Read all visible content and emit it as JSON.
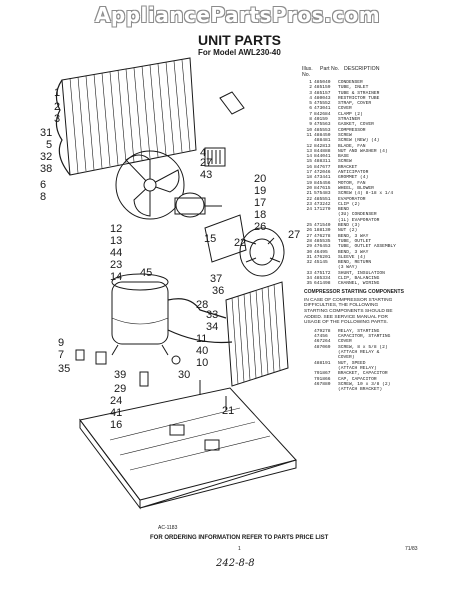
{
  "watermark": "AppliancePartsPros.com",
  "header": {
    "title": "UNIT PARTS",
    "subtitle": "For Model AWL230-40"
  },
  "parts_list": {
    "col_illus": "Illus. No.",
    "col_part": "Part No.",
    "col_desc": "DESCRIPTION",
    "rows": [
      {
        "k": "1",
        "p": "485040",
        "d": "CONDENSER"
      },
      {
        "k": "2",
        "p": "485159",
        "d": "TUBE, INLET"
      },
      {
        "k": "3",
        "p": "485157",
        "d": "TUBE & STRAINER"
      },
      {
        "k": "4",
        "p": "480043",
        "d": "RESTRICTOR TUBE"
      },
      {
        "k": "5",
        "p": "475552",
        "d": "STRAP, COVER"
      },
      {
        "k": "6",
        "p": "473041",
        "d": "COVER"
      },
      {
        "k": "7",
        "p": "842684",
        "d": "CLAMP (2)"
      },
      {
        "k": "8",
        "p": "40159",
        "d": "STRAINER"
      },
      {
        "k": "9",
        "p": "475563",
        "d": "GASKET, COVER"
      },
      {
        "k": "10",
        "p": "485553",
        "d": "COMPRESSOR"
      },
      {
        "k": "11",
        "p": "488450",
        "d": "SCREW"
      },
      {
        "k": "",
        "p": "488481",
        "d": "SCREW (NEW) (4)"
      },
      {
        "k": "12",
        "p": "842813",
        "d": "BLADE, FAN"
      },
      {
        "k": "13",
        "p": "844888",
        "d": "NUT AND WASHER (4)"
      },
      {
        "k": "14",
        "p": "844041",
        "d": "BASE"
      },
      {
        "k": "15",
        "p": "488311",
        "d": "SCREW"
      },
      {
        "k": "16",
        "p": "847677",
        "d": "BRACKET"
      },
      {
        "k": "17",
        "p": "472046",
        "d": "ANTICIPATOR"
      },
      {
        "k": "18",
        "p": "473441",
        "d": "GROMMET (4)"
      },
      {
        "k": "19",
        "p": "845456",
        "d": "MOTOR, FAN"
      },
      {
        "k": "20",
        "p": "847615",
        "d": "WHEEL, BLOWER"
      },
      {
        "k": "21",
        "p": "575483",
        "d": "SCREW (4) 8-18 x 1/4"
      },
      {
        "k": "22",
        "p": "485551",
        "d": "EVAPORATOR"
      },
      {
        "k": "23",
        "p": "473242",
        "d": "CLIP (2)"
      },
      {
        "k": "24",
        "p": "171270",
        "d": "BEND"
      },
      {
        "k": "",
        "p": "",
        "d": "(3U) CONDENSER"
      },
      {
        "k": "",
        "p": "",
        "d": "(1L) EVAPORATOR"
      },
      {
        "k": "25",
        "p": "471540",
        "d": "BEND (3)"
      },
      {
        "k": "26",
        "p": "188130",
        "d": "NUT (2)"
      },
      {
        "k": "27",
        "p": "476278",
        "d": "BEND, 3 WAY"
      },
      {
        "k": "28",
        "p": "485535",
        "d": "TUBE, OUTLET"
      },
      {
        "k": "29",
        "p": "476453",
        "d": "TUBE, OUTLET ASSEMBLY"
      },
      {
        "k": "30",
        "p": "46495",
        "d": "BEND, 3 WAY"
      },
      {
        "k": "31",
        "p": "476201",
        "d": "SLEEVE (4)"
      },
      {
        "k": "32",
        "p": "45145",
        "d": "BEND, RETURN"
      },
      {
        "k": "",
        "p": "",
        "d": "(3 WAY)"
      },
      {
        "k": "33",
        "p": "475172",
        "d": "SHUNT, INSULATION"
      },
      {
        "k": "34",
        "p": "485334",
        "d": "CLIP, BALANCING"
      },
      {
        "k": "35",
        "p": "641498",
        "d": "CHANNEL, WIRING"
      }
    ],
    "section_head": "COMPRESSOR STARTING COMPONENTS",
    "section_note": "IN CASE OF COMPRESSOR STARTING\nDIFFICULTIES, THE FOLLOWING\nSTARTING COMPONENTS SHOULD BE\nADDED. SEE SERVICE MANUAL FOR\nUSAGE OF THE FOLLOWING PARTS.",
    "starting_rows": [
      {
        "k": "",
        "p": "479278",
        "d": "RELAY, STARTING"
      },
      {
        "k": "",
        "p": "47456",
        "d": "CAPACITOR, STARTING"
      },
      {
        "k": "",
        "p": "467264",
        "d": "COVER"
      },
      {
        "k": "",
        "p": "487069",
        "d": "SCREW, 8 x 5/8 (2)"
      },
      {
        "k": "",
        "p": "",
        "d": "(ATTACH RELAY &"
      },
      {
        "k": "",
        "p": "",
        "d": "COVER)"
      },
      {
        "k": "",
        "p": "488191",
        "d": "NUT, SPEED"
      },
      {
        "k": "",
        "p": "",
        "d": "(ATTACH RELAY)"
      },
      {
        "k": "",
        "p": "791867",
        "d": "BRACKET, CAPACITOR"
      },
      {
        "k": "",
        "p": "791866",
        "d": "CAP, CAPACITOR"
      },
      {
        "k": "",
        "p": "467880",
        "d": "SCREW, 10 x 3/8 (2)"
      },
      {
        "k": "",
        "p": "",
        "d": "(ATTACH BRACKET)"
      }
    ]
  },
  "callouts": [
    "1",
    "2",
    "3",
    "31",
    "5",
    "32",
    "38",
    "6",
    "8",
    "4",
    "27",
    "43",
    "12",
    "13",
    "44",
    "23",
    "14",
    "45",
    "20",
    "19",
    "17",
    "18",
    "26",
    "22",
    "15",
    "27",
    "37",
    "36",
    "33",
    "34",
    "28",
    "11",
    "40",
    "10",
    "9",
    "7",
    "35",
    "39",
    "29",
    "30",
    "24",
    "41",
    "16",
    "21"
  ],
  "footer": {
    "diagram_code": "AC-1183",
    "ordering_note": "FOR ORDERING INFORMATION REFER TO PARTS PRICE LIST",
    "page_number": "1",
    "date_code": "71/83",
    "handwritten": "242-8-8"
  },
  "colors": {
    "ink": "#1a1a1a",
    "paper": "#ffffff",
    "watermark_outline": "#8c8c8c"
  }
}
